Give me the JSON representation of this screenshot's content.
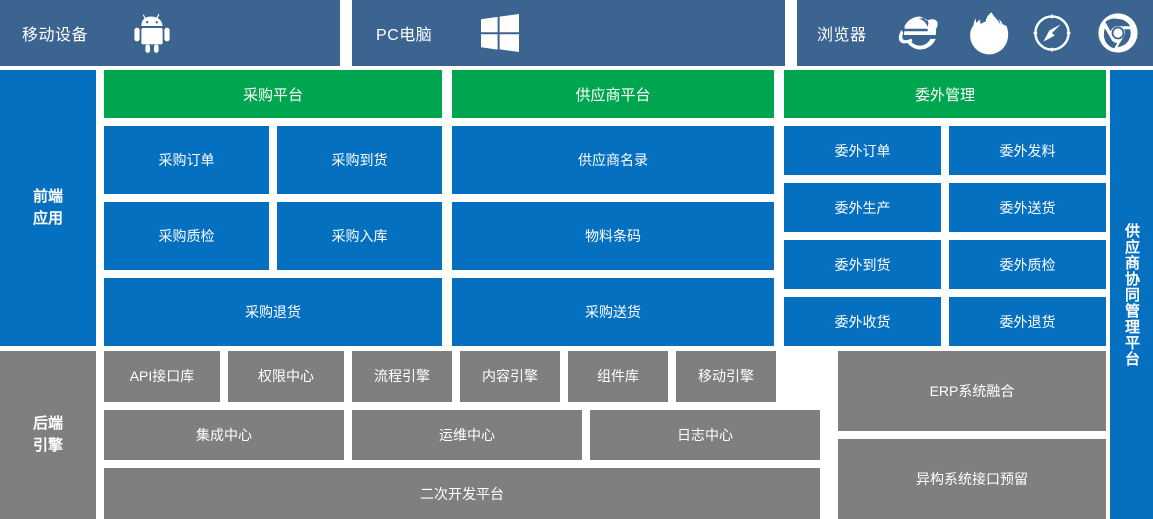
{
  "colors": {
    "client_bar": "#3b6490",
    "accent_blue": "#0570c0",
    "accent_green": "#00a550",
    "accent_gray": "#7f7f7f",
    "text_on_fill": "#ffffff"
  },
  "clients": [
    {
      "label": "移动设备",
      "icons": [
        "android-icon"
      ]
    },
    {
      "label": "PC电脑",
      "icons": [
        "windows-icon"
      ]
    },
    {
      "label": "浏览器",
      "icons": [
        "internet-explorer-icon",
        "firefox-icon",
        "safari-icon",
        "chrome-icon"
      ]
    }
  ],
  "frontend": {
    "rail_label_line1": "前端",
    "rail_label_line2": "应用",
    "groups": [
      {
        "header": "采购平台",
        "tiles": [
          {
            "label": "采购订单",
            "span": 1
          },
          {
            "label": "采购到货",
            "span": 1
          },
          {
            "label": "采购质检",
            "span": 1
          },
          {
            "label": "采购入库",
            "span": 1
          },
          {
            "label": "采购退货",
            "span": 2
          }
        ]
      },
      {
        "header": "供应商平台",
        "tiles": [
          {
            "label": "供应商名录",
            "span": 1
          },
          {
            "label": "物料条码",
            "span": 1
          },
          {
            "label": "采购送货",
            "span": 1
          }
        ]
      },
      {
        "header": "委外管理",
        "tiles": [
          {
            "label": "委外订单",
            "span": 1
          },
          {
            "label": "委外发料",
            "span": 1
          },
          {
            "label": "委外生产",
            "span": 1
          },
          {
            "label": "委外送货",
            "span": 1
          },
          {
            "label": "委外到货",
            "span": 1
          },
          {
            "label": "委外质检",
            "span": 1
          },
          {
            "label": "委外收货",
            "span": 1
          },
          {
            "label": "委外退货",
            "span": 1
          }
        ]
      }
    ]
  },
  "backend": {
    "rail_label_line1": "后端",
    "rail_label_line2": "引擎",
    "row1": [
      "API接口库",
      "权限中心",
      "流程引擎",
      "内容引擎",
      "组件库",
      "移动引擎"
    ],
    "row2": [
      "集成中心",
      "运维中心",
      "日志中心"
    ],
    "row3": [
      "二次开发平台"
    ],
    "right": [
      "ERP系统融合",
      "异构系统接口预留"
    ]
  },
  "right_rail": {
    "label": "供应商协同管理平台"
  }
}
